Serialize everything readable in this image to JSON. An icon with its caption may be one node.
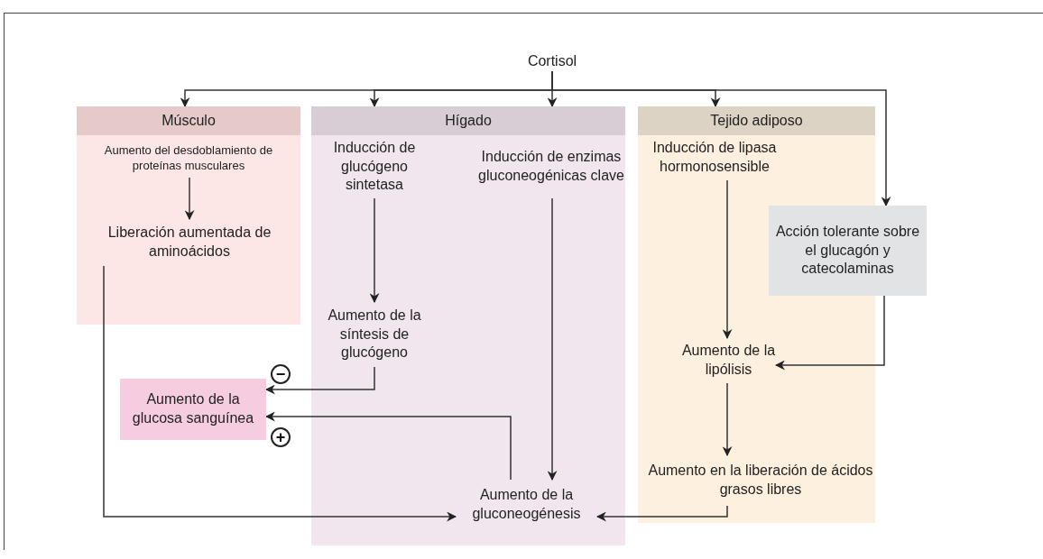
{
  "diagram": {
    "nodes": [
      {
        "text": [
          "Cortisol"
        ]
      },
      {
        "text": [
          "Músculo"
        ]
      },
      {
        "text": [
          "Aumento del desdoblamiento de proteínas musculares"
        ],
        "in": 1
      },
      {
        "text": [
          "Liberación aumentada de aminoácidos"
        ],
        "in": 1
      },
      {
        "text": [
          "Hígado"
        ]
      },
      {
        "text": [
          "Inducción de glucógeno sintetasa"
        ],
        "in": 4
      },
      {
        "text": [
          "Inducción de enzimas gluconeogénicas clave"
        ],
        "in": 4
      },
      {
        "text": [
          "Aumento de la síntesis de glucógeno"
        ],
        "in": 4
      },
      {
        "text": [
          "Aumento de la gluconeogénesis"
        ],
        "in": 4
      },
      {
        "text": [
          "Tejido adiposo"
        ]
      },
      {
        "text": [
          "Inducción de lipasa hormonosensible"
        ],
        "in": 9
      },
      {
        "text": [
          "Aumento de la lipólisis"
        ],
        "in": 9
      },
      {
        "text": [
          "Aumento en la liberación de ácidos grasos libres"
        ],
        "in": 9
      },
      {
        "text": [
          "Acción tolerante sobre el glucagón y catecolaminas"
        ]
      },
      {
        "text": [
          "Aumento de la glucosa sanguínea"
        ]
      }
    ],
    "edges": [
      {
        "from": 0,
        "to": 1,
        "arrow": "to"
      },
      {
        "from": 0,
        "to": 4,
        "arrow": "to"
      },
      {
        "from": 0,
        "to": 4,
        "arrow": "to"
      },
      {
        "from": 0,
        "to": 9,
        "arrow": "to"
      },
      {
        "from": 0,
        "to": 13,
        "arrow": "to"
      },
      {
        "from": 2,
        "to": 3,
        "arrow": "to"
      },
      {
        "from": 3,
        "to": 8,
        "arrow": "to"
      },
      {
        "from": 5,
        "to": 7,
        "arrow": "to"
      },
      {
        "from": 7,
        "to": 14,
        "arrow": "to",
        "label": "−"
      },
      {
        "from": 6,
        "to": 8,
        "arrow": "to"
      },
      {
        "from": 8,
        "to": 14,
        "arrow": "to",
        "label": "+"
      },
      {
        "from": 10,
        "to": 11,
        "arrow": "to"
      },
      {
        "from": 13,
        "to": 11,
        "arrow": "to"
      },
      {
        "from": 11,
        "to": 12,
        "arrow": "to"
      },
      {
        "from": 12,
        "to": 8,
        "arrow": "to"
      }
    ]
  }
}
